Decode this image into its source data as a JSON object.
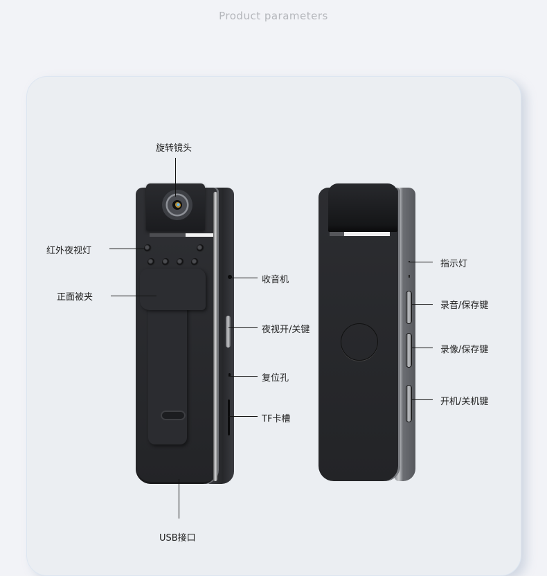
{
  "header": {
    "title": "Product parameters"
  },
  "front_device": {
    "labels": {
      "rotating_lens": "旋转镜头",
      "ir_night_light": "红外夜视灯",
      "front_clip": "正面被夹",
      "microphone": "收音机",
      "night_vision_switch": "夜视开/关键",
      "reset_hole": "复位孔",
      "tf_slot": "TF卡槽",
      "usb_port": "USB接口"
    }
  },
  "back_device": {
    "labels": {
      "indicator_light": "指示灯",
      "audio_record_save": "录音/保存键",
      "video_record_save": "录像/保存键",
      "power_switch": "开机/关机键"
    }
  },
  "colors": {
    "page_bg": "#f2f3f7",
    "card_bg": "#ebeef2",
    "device_body": "#2c2d31",
    "label_text": "#1e1e1e",
    "title_text": "#b4b6bb"
  }
}
